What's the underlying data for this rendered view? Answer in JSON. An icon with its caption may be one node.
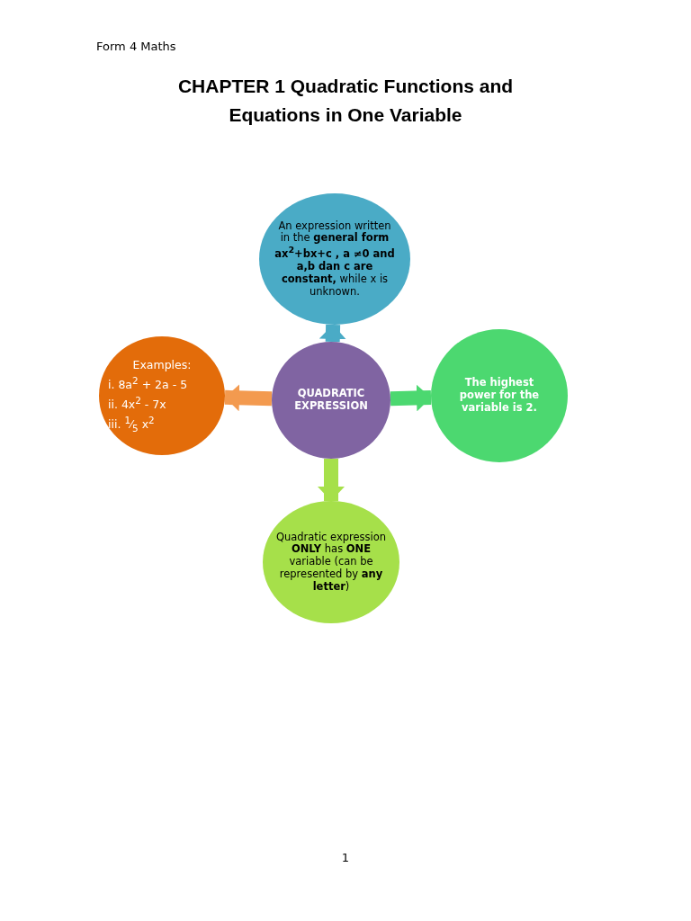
{
  "diagram": {
    "title": "CHAPTER 1 Quadratic Functions and Equations in One Variable",
    "nodes": [
      {
        "text": [
          "An expression written in the **general form ax$^{2}$+bx+c , a ≠0 and a,b dan c are constant,** while x is unknown."
        ]
      },
      {
        "text": [
          "Examples:",
          "i. 8a$^{2}$ + 2a - 5",
          "ii. 4x$^{2}$ - 7x",
          "iii. $^{1}$⁄$_{5}$ x$^{2}$"
        ]
      },
      {
        "text": [
          "QUADRATIC EXPRESSION"
        ]
      },
      {
        "text": [
          "The highest power for the variable is 2."
        ]
      },
      {
        "text": [
          "Quadratic expression **ONLY** has **ONE** variable (can be represented by **any letter**)"
        ]
      }
    ],
    "edges": [
      {
        "from": 2,
        "to": 0,
        "arrow": "to",
        "color": "#4aabc6"
      },
      {
        "from": 2,
        "to": 1,
        "arrow": "to",
        "color": "#f39a4f"
      },
      {
        "from": 2,
        "to": 3,
        "arrow": "to",
        "color": "#4cd870"
      },
      {
        "from": 2,
        "to": 4,
        "arrow": "to",
        "color": "#a6e04a"
      }
    ],
    "labels": [
      "Form 4 Maths",
      "1"
    ]
  }
}
